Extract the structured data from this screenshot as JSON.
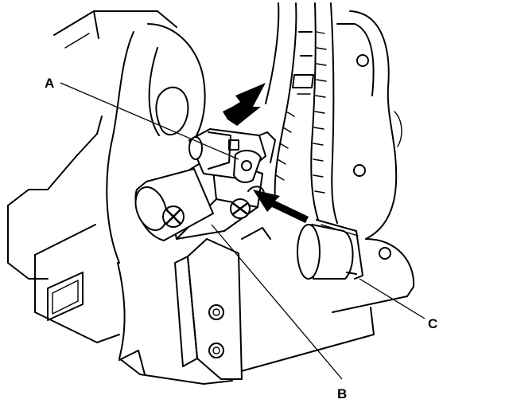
{
  "callouts": {
    "a": "A",
    "b": "B",
    "c": "C"
  },
  "colors": {
    "line": "#000000",
    "background": "#ffffff"
  },
  "icons": {
    "install_direction": "arrow-icon",
    "adjustment_direction": "arrow-icon"
  }
}
